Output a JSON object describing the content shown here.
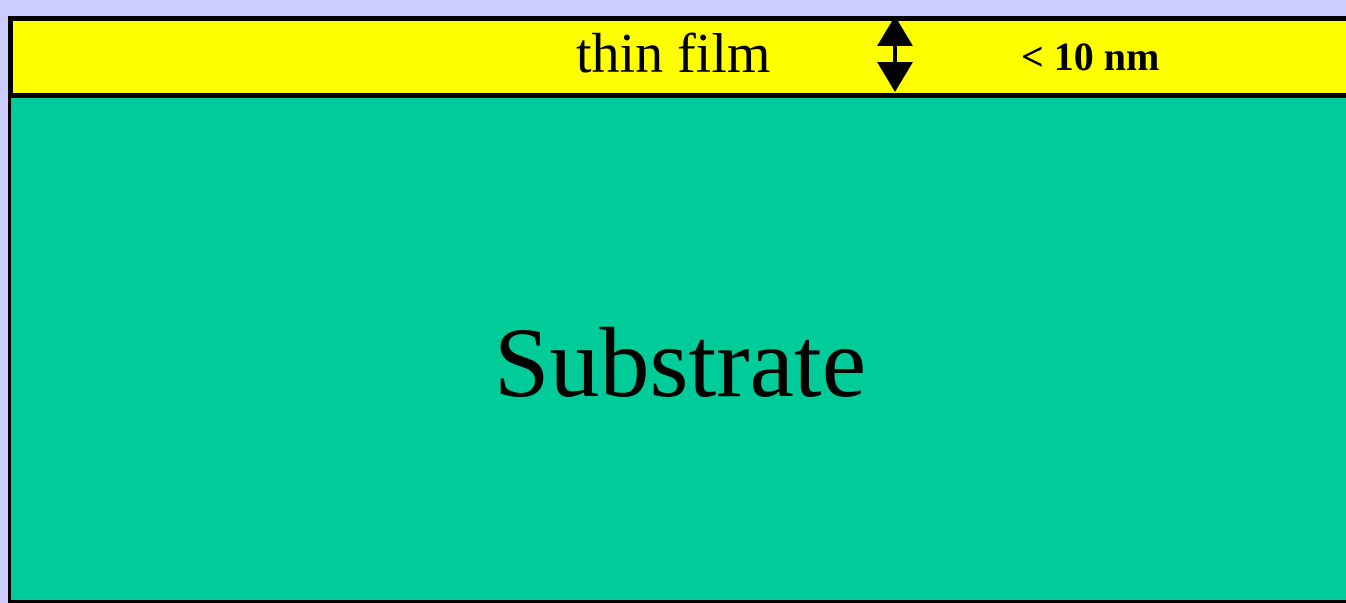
{
  "layers": {
    "film": {
      "label": "thin film",
      "thickness": "< 10 nm",
      "color": "#ffff00"
    },
    "substrate": {
      "label": "Substrate",
      "color": "#00cc99"
    }
  },
  "background_color": "#ccccff",
  "icons": {
    "thickness_arrow": "double-headed-vertical-arrow-icon"
  }
}
